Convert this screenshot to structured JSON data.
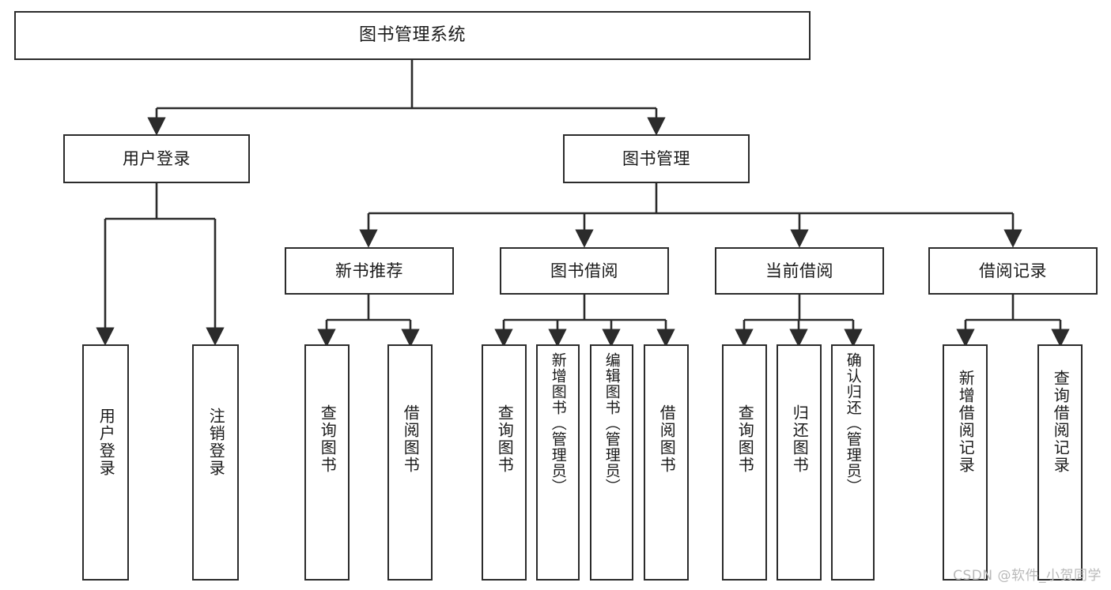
{
  "diagram": {
    "title": "图书管理系统",
    "type": "hierarchy-tree",
    "watermark": "CSDN @软件_小贺同学",
    "colors": {
      "box_border": "#2b2b2b",
      "box_fill": "#ffffff",
      "connector": "#2b2b2b",
      "text": "#1a1a1a",
      "watermark": "#b9b9b9"
    },
    "root": {
      "label": "图书管理系统"
    },
    "level2": [
      {
        "id": "user-login",
        "label": "用户登录"
      },
      {
        "id": "book-manage",
        "label": "图书管理"
      }
    ],
    "level3": [
      {
        "id": "new-book-recommend",
        "label": "新书推荐"
      },
      {
        "id": "book-borrow",
        "label": "图书借阅"
      },
      {
        "id": "current-borrow",
        "label": "当前借阅"
      },
      {
        "id": "borrow-record",
        "label": "借阅记录"
      }
    ],
    "leaves": {
      "user_login": [
        {
          "id": "leaf-user-login",
          "label": "用户登录"
        },
        {
          "id": "leaf-logout",
          "label": "注销登录"
        }
      ],
      "new_book_recommend": [
        {
          "id": "leaf-query-book-1",
          "label": "查询图书"
        },
        {
          "id": "leaf-borrow-book-1",
          "label": "借阅图书"
        }
      ],
      "book_borrow": [
        {
          "id": "leaf-query-book-2",
          "label": "查询图书"
        },
        {
          "id": "leaf-add-book",
          "label": "新增图书（管理员）"
        },
        {
          "id": "leaf-edit-book",
          "label": "编辑图书（管理员）"
        },
        {
          "id": "leaf-borrow-book-2",
          "label": "借阅图书"
        }
      ],
      "current_borrow": [
        {
          "id": "leaf-query-book-3",
          "label": "查询图书"
        },
        {
          "id": "leaf-return-book",
          "label": "归还图书"
        },
        {
          "id": "leaf-confirm-return",
          "label": "确认归还（管理员）"
        }
      ],
      "borrow_record": [
        {
          "id": "leaf-add-record",
          "label": "新增借阅记录"
        },
        {
          "id": "leaf-query-record",
          "label": "查询借阅记录"
        }
      ]
    }
  }
}
